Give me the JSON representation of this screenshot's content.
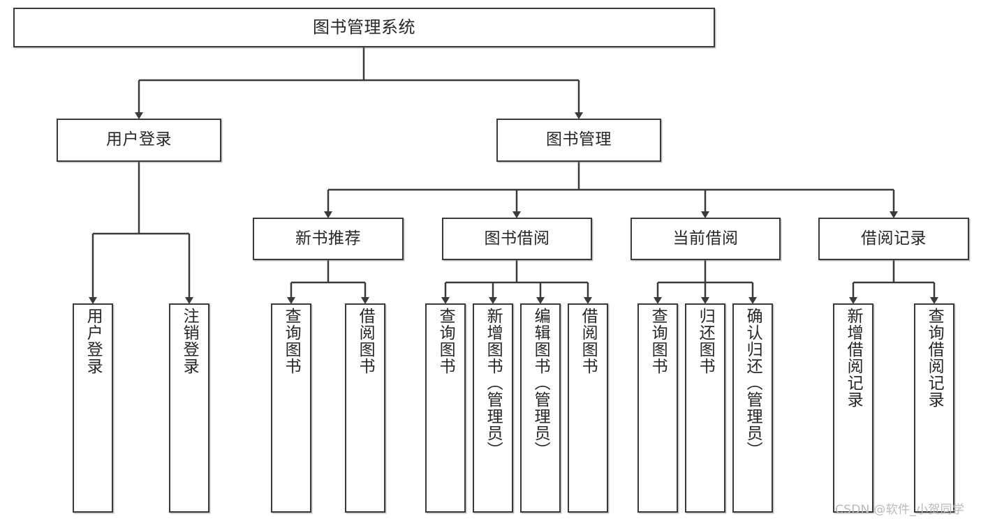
{
  "diagram": {
    "title": "图书管理系统",
    "watermark": "CSDN @软件_小贺同学",
    "line_color": "#3a3a3a",
    "box_fill": "#ffffff",
    "text_color": "#262626",
    "watermark_color": "#b9b9b9",
    "root": {
      "label": "图书管理系统"
    },
    "level2": [
      {
        "label": "用户登录"
      },
      {
        "label": "图书管理"
      }
    ],
    "level3": [
      {
        "label": "新书推荐"
      },
      {
        "label": "图书借阅"
      },
      {
        "label": "当前借阅"
      },
      {
        "label": "借阅记录"
      }
    ],
    "leaves": [
      {
        "label": "用户登录"
      },
      {
        "label": "注销登录"
      },
      {
        "label": "查询图书"
      },
      {
        "label": "借阅图书"
      },
      {
        "label": "查询图书"
      },
      {
        "label": "新增图书（管理员）"
      },
      {
        "label": "编辑图书（管理员）"
      },
      {
        "label": "借阅图书"
      },
      {
        "label": "查询图书"
      },
      {
        "label": "归还图书"
      },
      {
        "label": "确认归还（管理员）"
      },
      {
        "label": "新增借阅记录"
      },
      {
        "label": "查询借阅记录"
      }
    ]
  }
}
